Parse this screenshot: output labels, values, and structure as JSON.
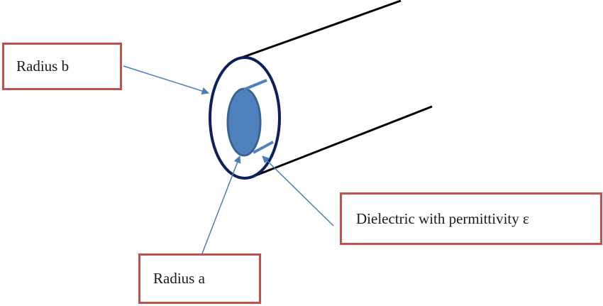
{
  "labels": {
    "radius_b": "Radius b",
    "radius_a": "Radius a",
    "dielectric": "Dielectric with permittivity ε"
  },
  "colors": {
    "outer_ring": "#0d1f5c",
    "inner_conductor_fill": "#4f81bd",
    "inner_conductor_stroke": "#3a6391",
    "arrow": "#4a7eb8",
    "cable_lines": "#000000",
    "label_border": "#c0504d"
  }
}
